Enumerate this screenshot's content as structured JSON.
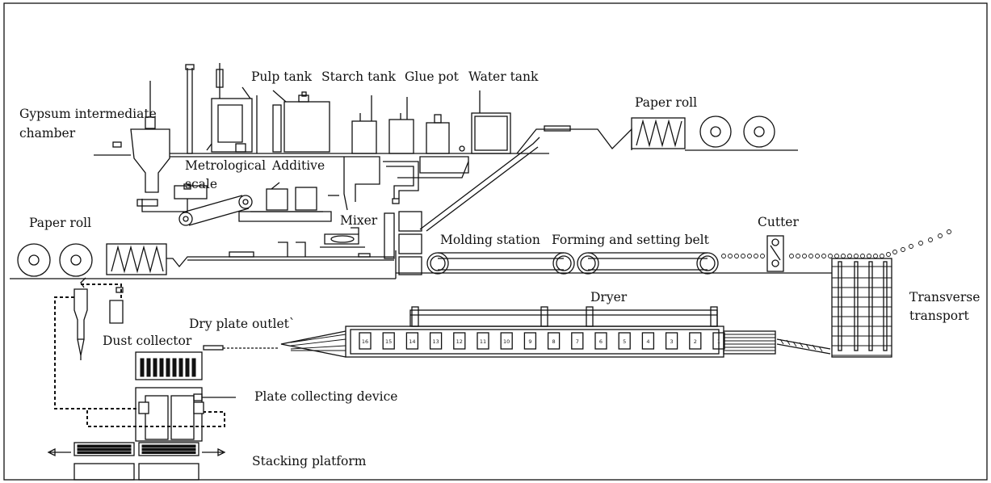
{
  "labels": {
    "gypsum_line1": "Gypsum intermediate",
    "gypsum_line2": "chamber",
    "pulp_tank": "Pulp tank",
    "starch_tank": "Starch tank",
    "glue_pot": "Glue pot",
    "water_tank": "Water tank",
    "paper_roll_top": "Paper roll",
    "metrological_line1": "Metrological",
    "metrological_line2": "scale",
    "additive": "Additive",
    "mixer": "Mixer",
    "paper_roll_left": "Paper roll",
    "molding_station": "Molding station",
    "forming_belt": "Forming and setting belt",
    "cutter": "Cutter",
    "transverse_line1": "Transverse",
    "transverse_line2": "transport",
    "dryer": "Dryer",
    "dry_plate_outlet": "Dry plate outlet`",
    "dust_collector": "Dust collector",
    "plate_collecting": "Plate collecting device",
    "stacking_platform": "Stacking platform"
  },
  "dryer_sections": [
    "16",
    "15",
    "14",
    "13",
    "12",
    "11",
    "10",
    "9",
    "8",
    "7",
    "6",
    "5",
    "4",
    "3",
    "2",
    "1"
  ]
}
